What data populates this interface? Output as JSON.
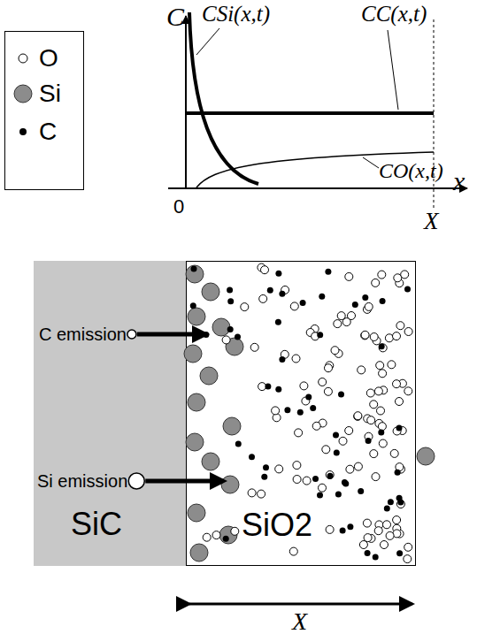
{
  "diagram": {
    "nodes": [
      {
        "text": [
          "SiC"
        ]
      },
      {
        "text": [
          "SiO2"
        ]
      }
    ],
    "labels": [
      "C",
      "CSi(x,t)",
      "CC(x,t)",
      "CO(x,t)",
      "0",
      "X",
      "x",
      "C emission",
      "Si emission",
      "X"
    ],
    "legend": [
      {
        "text": "O"
      },
      {
        "text": "Si"
      },
      {
        "text": "C"
      }
    ]
  }
}
